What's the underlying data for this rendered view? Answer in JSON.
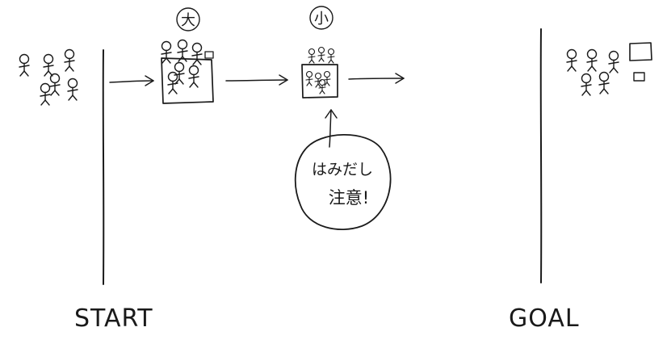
{
  "start_label": "START",
  "goal_label": "GOAL",
  "large_box_tag": "大",
  "small_box_tag": "小",
  "warning_line1": "はみだし",
  "warning_line2": "注意!"
}
